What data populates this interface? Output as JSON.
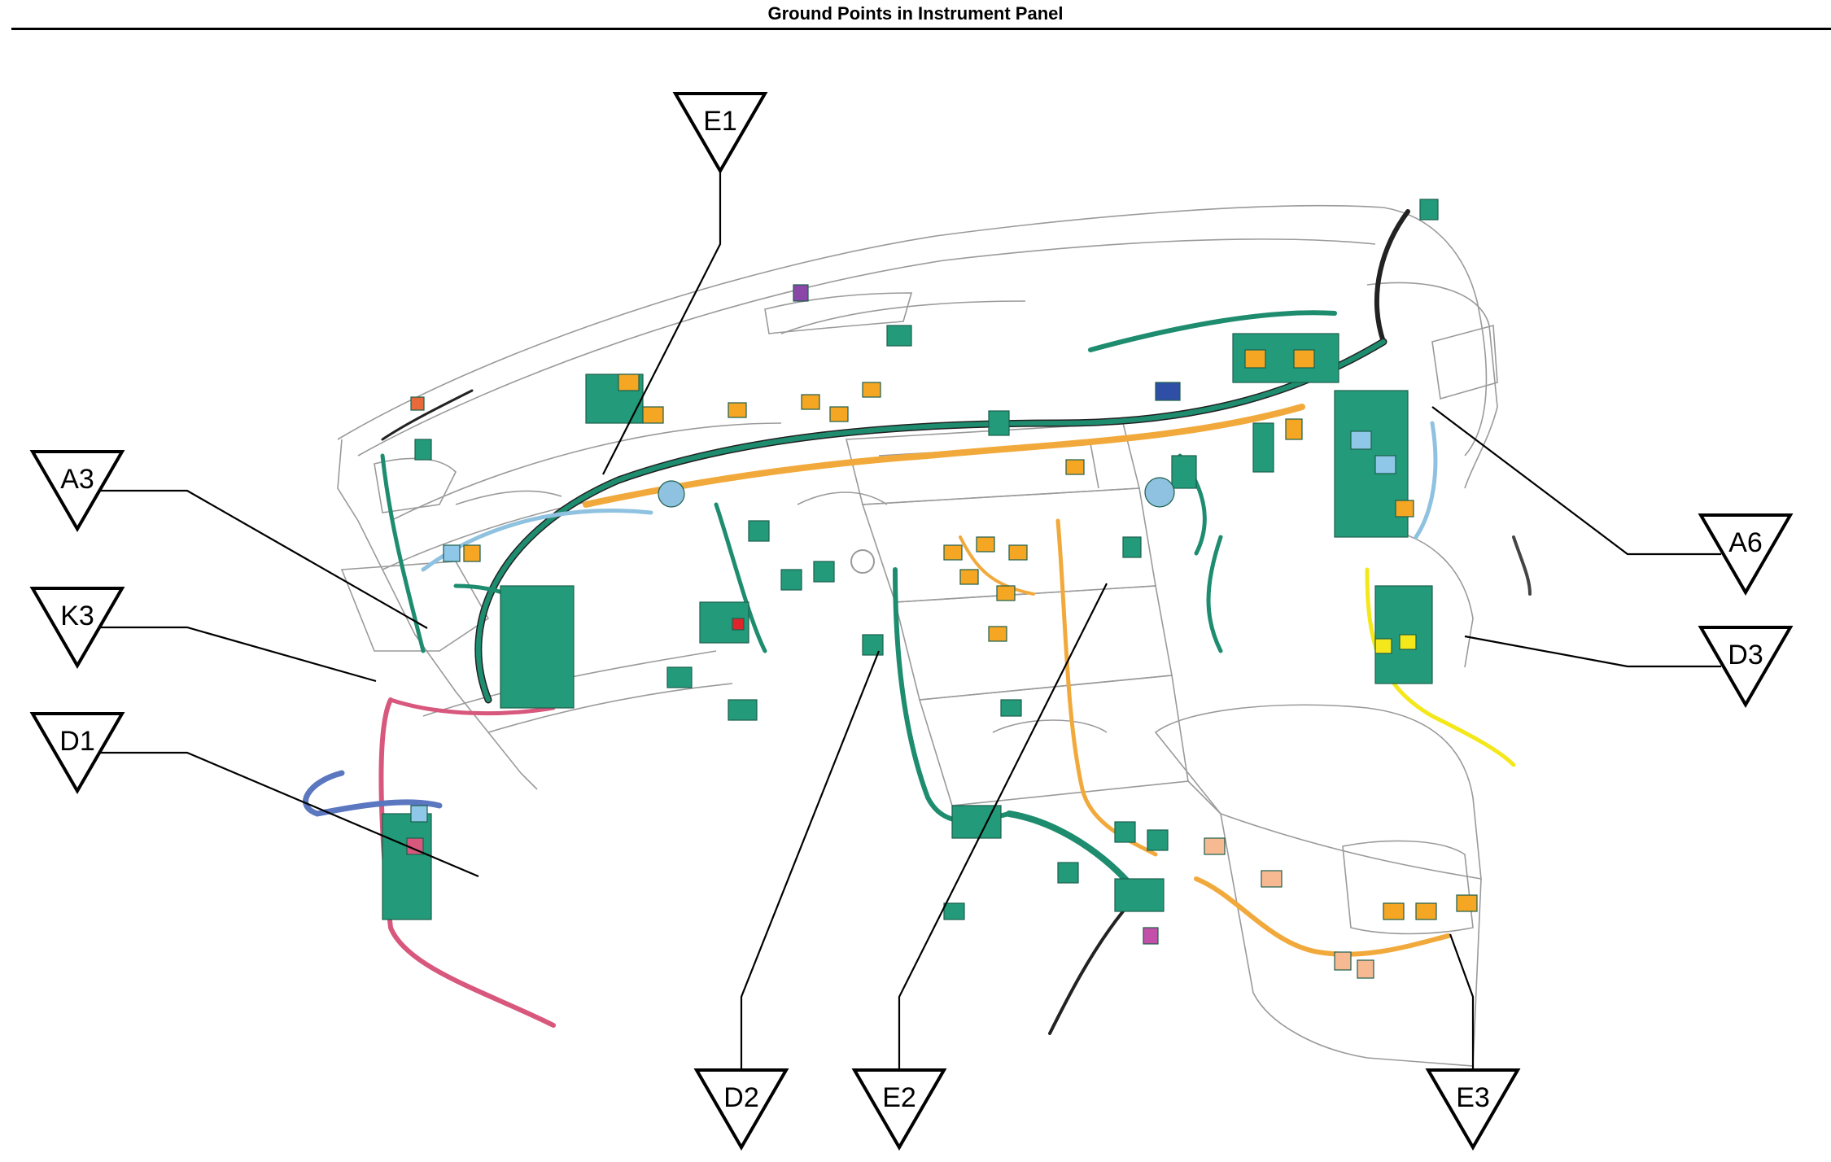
{
  "title": "Ground Points in Instrument Panel",
  "colors": {
    "harness_green": "#1e8c6e",
    "harness_orange": "#f2a93b",
    "harness_black": "#222222",
    "harness_lightblue": "#8fc2e0",
    "harness_pink": "#d8587d",
    "harness_blue": "#5a77c0",
    "harness_yellow": "#f4e71a",
    "connector_green": "#239b7a",
    "connector_orange": "#f5a623",
    "connector_salmon": "#f7b992",
    "connector_lightblue": "#8fc7e8",
    "connector_purple": "#8a47a8",
    "connector_navy": "#2f4ea6",
    "outline": "#9a9a9a"
  },
  "ground_points": [
    {
      "id": "E1"
    },
    {
      "id": "A3"
    },
    {
      "id": "K3"
    },
    {
      "id": "D1"
    },
    {
      "id": "A6"
    },
    {
      "id": "D3"
    },
    {
      "id": "D2"
    },
    {
      "id": "E2"
    },
    {
      "id": "E3"
    }
  ]
}
